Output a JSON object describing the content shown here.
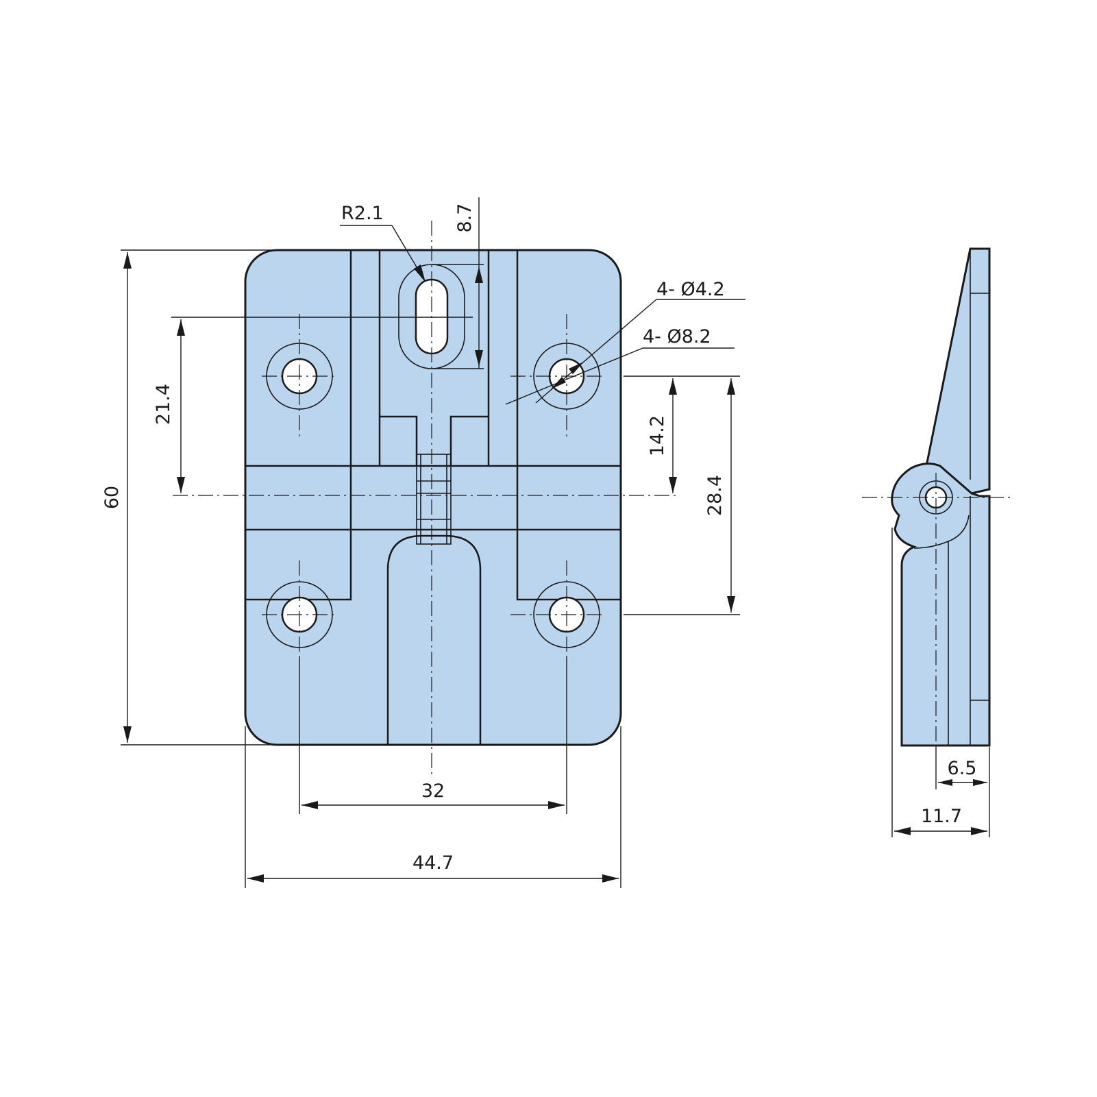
{
  "colors": {
    "part_fill": "#bcd5ef",
    "line": "#1a1a1a",
    "background": "#ffffff"
  },
  "dimensions": {
    "height_total": "60",
    "hole_offset_top": "21.4",
    "slot_length": "8.7",
    "slot_radius": "R2.1",
    "hole_diameter": "4- Ø4.2",
    "counterbore_diameter": "4- Ø8.2",
    "hole_offset_bottom": "14.2",
    "hole_spacing_vertical": "28.4",
    "hole_spacing_horizontal": "32",
    "width_total": "44.7",
    "side_offset": "6.5",
    "side_thickness": "11.7"
  }
}
